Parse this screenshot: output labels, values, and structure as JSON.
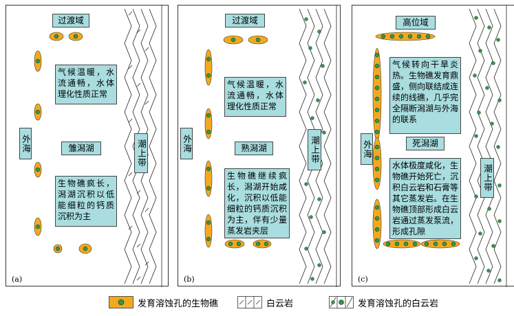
{
  "panels": [
    {
      "id": "a",
      "label": "(a)",
      "top_title": "过渡域",
      "climate_text": "气候温暖，水流通畅，水体理化性质正常",
      "stage_title": "雏潟湖",
      "process_text": "生物礁疯长，潟湖沉积以低能细粒的钙质沉积为主",
      "sea_label": "外海",
      "tidal_label": "潮上带"
    },
    {
      "id": "b",
      "label": "(b)",
      "top_title": "过渡域",
      "climate_text": "气候温暖，水流通畅，水体理化性质正常",
      "stage_title": "熟潟湖",
      "process_text": "生物礁继续疯长，潟湖开始咸化，沉积以低能细粒的钙质沉积为主，伴有少量蒸发岩夹层",
      "sea_label": "外海",
      "tidal_label": "潮上带"
    },
    {
      "id": "c",
      "label": "(c)",
      "top_title": "高位域",
      "climate_text": "气候转向干旱炎热。生物礁发育鼎盛，侧向联结成连续的线礁，几乎完全隔断潟湖与外海的联系",
      "stage_title": "死潟湖",
      "process_text": "水体极度咸化，生物礁开始死亡，沉积白云岩和石膏等其它蒸发岩。在生物礁顶部形成白云岩通过蒸发泵流，形成孔隙",
      "sea_label": "外海",
      "tidal_label": "潮上带"
    }
  ],
  "legend": [
    {
      "key": "reef",
      "label": "发育溶蚀孔的生物礁"
    },
    {
      "key": "dolomite",
      "label": "白云岩"
    },
    {
      "key": "dolomite-pores",
      "label": "发育溶蚀孔的白云岩"
    }
  ],
  "colors": {
    "box_fill": "#a9dde0",
    "reef_fill": "#f3a91f",
    "pore_fill": "#2f9a49"
  }
}
